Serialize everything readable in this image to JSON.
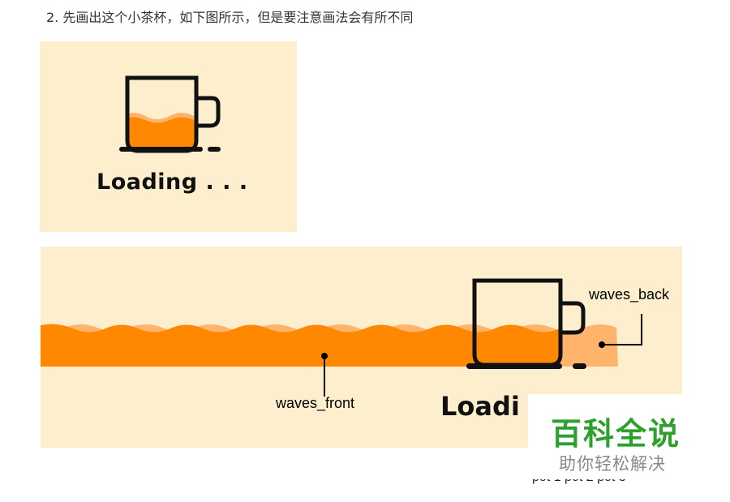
{
  "step_text": "2. 先画出这个小茶杯，如下图所示，但是要注意画法会有所不同",
  "panel_top": {
    "loading_text": "Loading . . ."
  },
  "panel_bottom": {
    "loading_text": "Loadi",
    "label_back": "waves_back",
    "label_front": "waves_front"
  },
  "watermark": {
    "title": "百科全说",
    "subtitle": "助你轻松解决"
  },
  "pot_labels": "pot 1 pot 2 pot 3",
  "colors": {
    "panel_bg": "#fdefcd",
    "wave_front": "#ff8800",
    "wave_back": "#ffb36b",
    "outline": "#111111",
    "watermark_green": "#2ea02e"
  }
}
